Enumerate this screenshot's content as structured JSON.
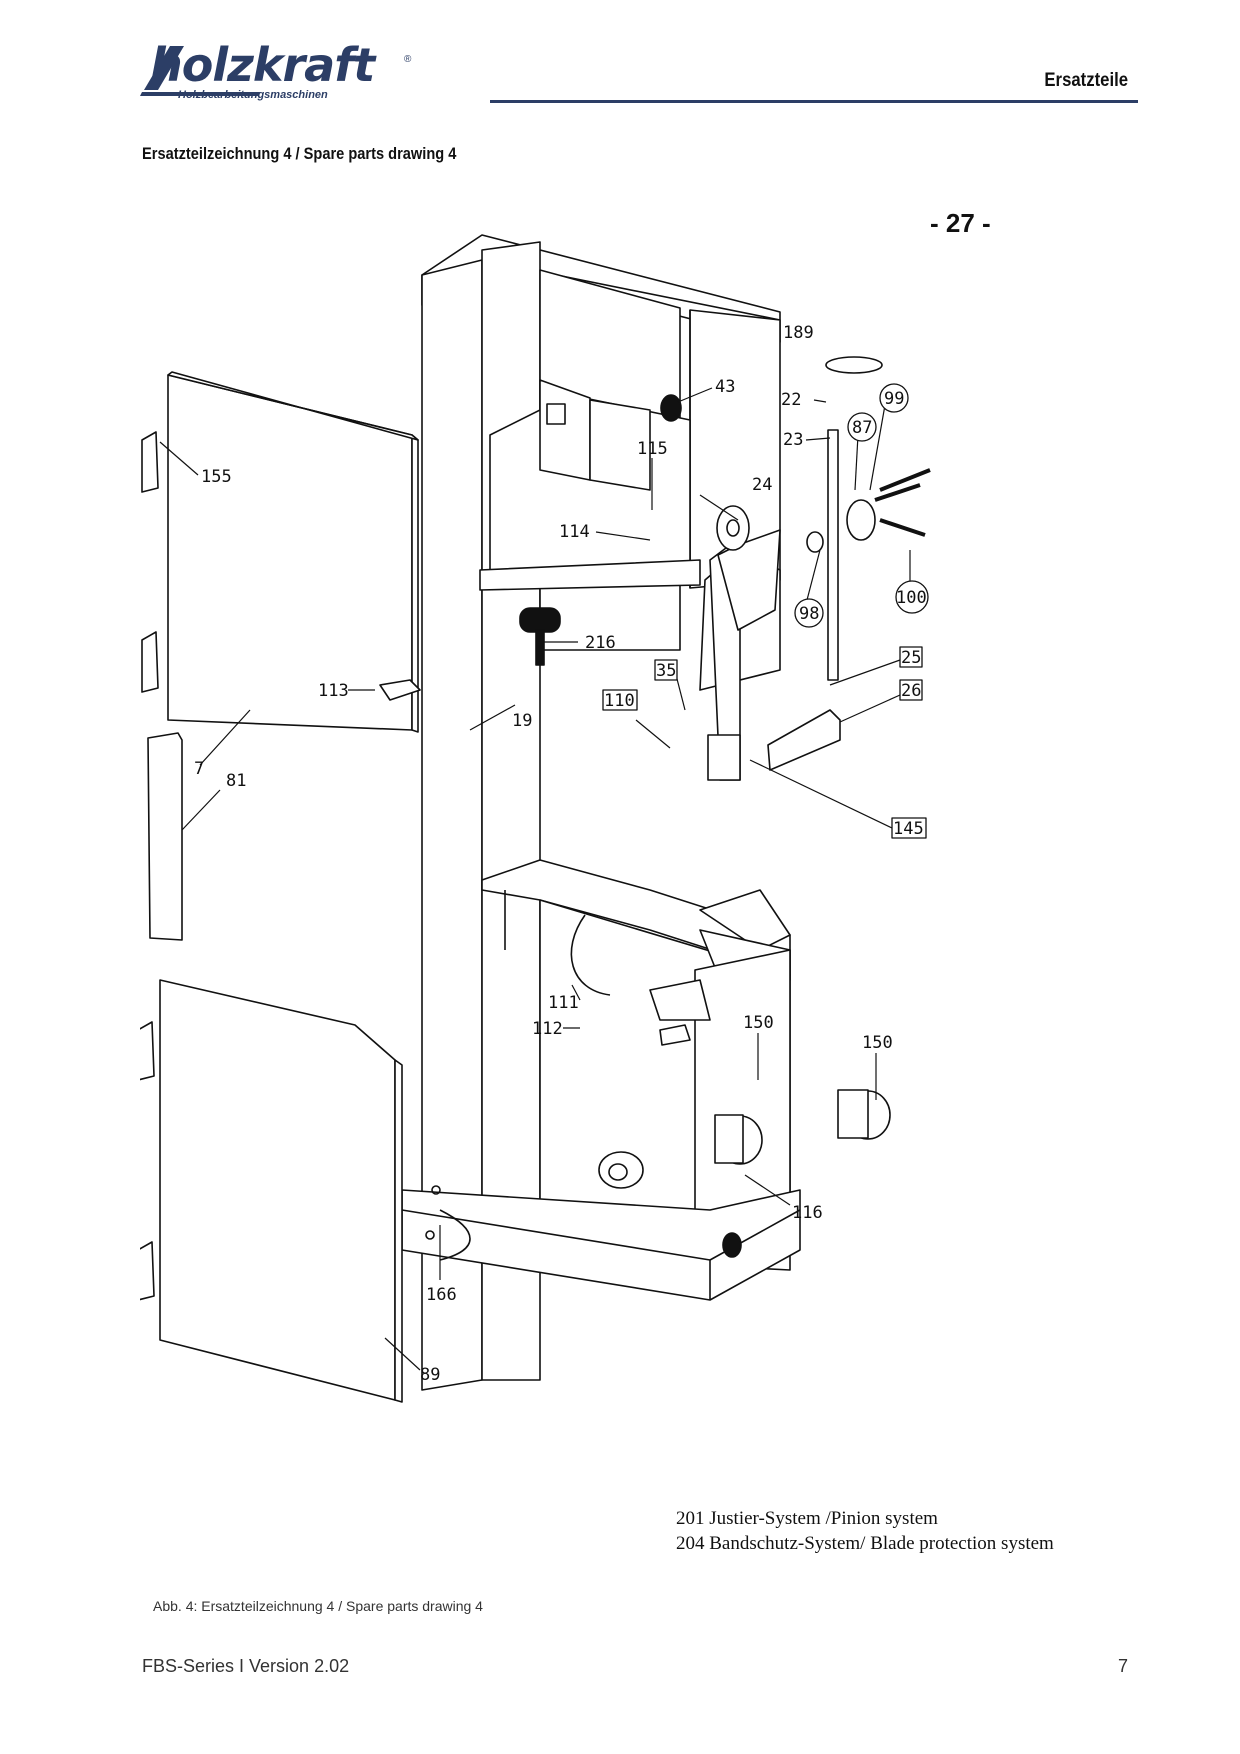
{
  "header": {
    "logo_text": "holzkraft",
    "logo_subtitle": "Holzbearbeitungsmaschinen",
    "logo_registered": "®",
    "section_label": "Ersatzteile"
  },
  "drawing_heading": "Ersatzteilzeichnung 4 / Spare parts drawing 4",
  "drawing_page_marker": "- 27 -",
  "part_labels": [
    "189",
    "43",
    "22",
    "23",
    "99",
    "87",
    "115",
    "24",
    "114",
    "155",
    "100",
    "98",
    "216",
    "25",
    "35",
    "26",
    "110",
    "113",
    "19",
    "81",
    "7",
    "145",
    "111",
    "112",
    "150",
    "150",
    "116",
    "166",
    "89"
  ],
  "legend": [
    "201 Justier-System /Pinion system",
    "204 Bandschutz-System/ Blade protection system"
  ],
  "caption": "Abb. 4:  Ersatzteilzeichnung 4 / Spare parts drawing 4",
  "footer": {
    "left": "FBS-Series I Version 2.02",
    "right": "7"
  }
}
